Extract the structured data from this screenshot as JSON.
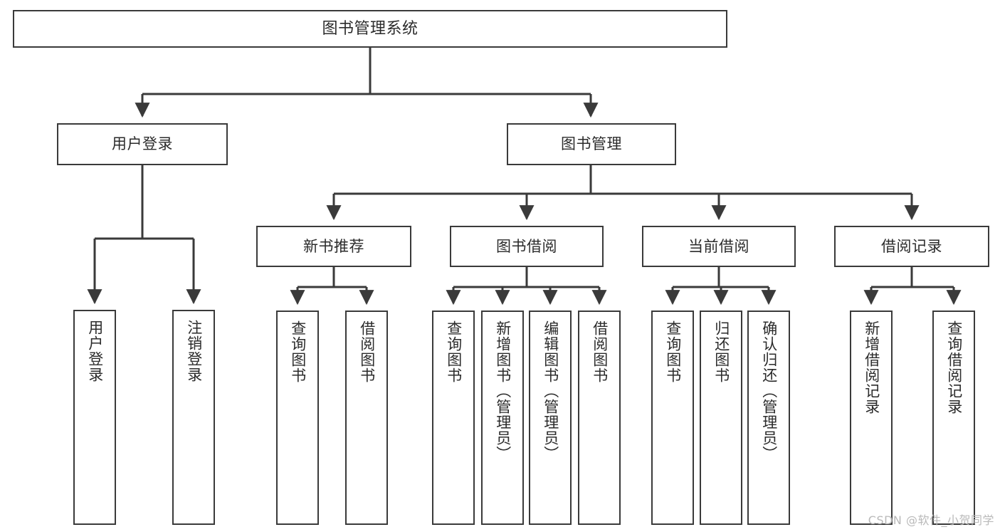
{
  "diagram": {
    "title": "图书管理系统",
    "type": "functional-structure-tree",
    "line_color": "#3a3a3a",
    "box_fill": "#ffffff",
    "text_color": "#2b2b2b",
    "watermark_color": "#b9b9b9"
  },
  "watermark": {
    "text": "CSDN @软件_小贺同学"
  },
  "nodes": {
    "root": {
      "label": "图书管理系统"
    },
    "level2": [
      {
        "id": "user-login",
        "label": "用户登录"
      },
      {
        "id": "book-management",
        "label": "图书管理"
      }
    ],
    "level3": [
      {
        "id": "new-book-recommend",
        "label": "新书推荐"
      },
      {
        "id": "book-borrow",
        "label": "图书借阅"
      },
      {
        "id": "current-borrow",
        "label": "当前借阅"
      },
      {
        "id": "borrow-record",
        "label": "借阅记录"
      }
    ],
    "leaves": {
      "user_login": [
        {
          "id": "leaf-user-login",
          "label": "用户登录"
        },
        {
          "id": "leaf-logout-login",
          "label": "注销登录"
        }
      ],
      "new_book_recommend": [
        {
          "id": "leaf-query-book-1",
          "label": "查询图书"
        },
        {
          "id": "leaf-borrow-book-1",
          "label": "借阅图书"
        }
      ],
      "book_borrow": [
        {
          "id": "leaf-query-book-2",
          "label": "查询图书"
        },
        {
          "id": "leaf-add-book",
          "label": "新增图书（管理员）"
        },
        {
          "id": "leaf-edit-book",
          "label": "编辑图书（管理员）"
        },
        {
          "id": "leaf-borrow-book-2",
          "label": "借阅图书"
        }
      ],
      "current_borrow": [
        {
          "id": "leaf-query-book-3",
          "label": "查询图书"
        },
        {
          "id": "leaf-return-book",
          "label": "归还图书"
        },
        {
          "id": "leaf-confirm-return",
          "label": "确认归还（管理员）"
        }
      ],
      "borrow_record": [
        {
          "id": "leaf-add-record",
          "label": "新增借阅记录"
        },
        {
          "id": "leaf-query-record",
          "label": "查询借阅记录"
        }
      ]
    }
  }
}
